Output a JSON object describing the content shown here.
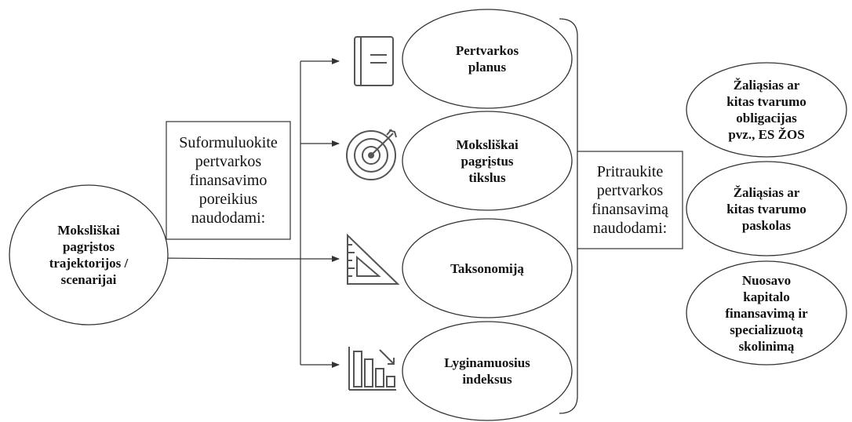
{
  "source": {
    "label": "Moksliškai\npagrįstos\ntrajektorijos /\nscenarijai"
  },
  "step1_box": {
    "label": "Suformuluokite\npertvarkos\nfinansavimo\nporeikius\nnaudodami:"
  },
  "tools": [
    {
      "label": "Pertvarkos\nplanus",
      "icon": "notebook-icon"
    },
    {
      "label": "Moksliškai\npagrįstus\ntikslus",
      "icon": "target-icon"
    },
    {
      "label": "Taksonomiją",
      "icon": "set-square-icon"
    },
    {
      "label": "Lyginamuosius\nindeksus",
      "icon": "bar-chart-decline-icon"
    }
  ],
  "step2_box": {
    "label": "Pritraukite\npertvarkos\nfinansavimą\nnaudodami:"
  },
  "instruments": [
    {
      "label": "Žaliąsias ar\nkitas tvarumo\nobligacijas\npvz., ES ŽOS"
    },
    {
      "label": "Žaliąsias ar\nkitas tvarumo\npaskolas"
    },
    {
      "label": "Nuosavo\nkapitalo\nfinansavimą ir\nspecializuotą\nskolinimą"
    }
  ],
  "colors": {
    "stroke": "#333333",
    "icon": "#555555",
    "background": "#ffffff"
  }
}
